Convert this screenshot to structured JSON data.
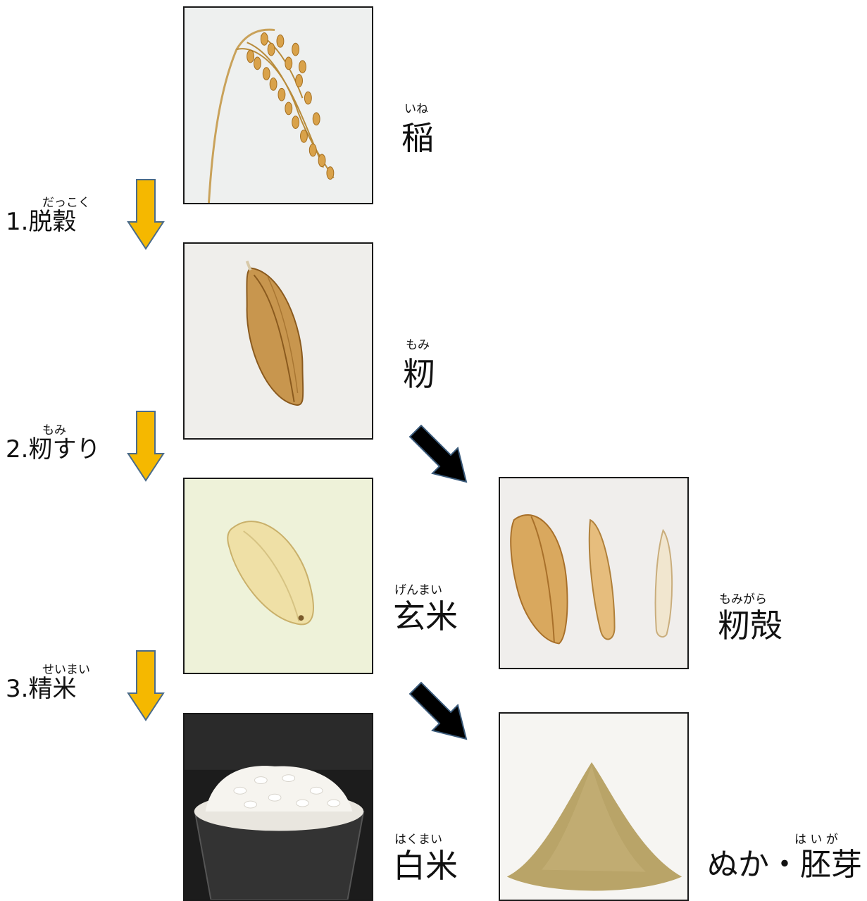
{
  "items": {
    "ine": {
      "text": "稲",
      "ruby": "いね"
    },
    "momi": {
      "text": "籾",
      "ruby": "もみ"
    },
    "genmai": {
      "text": "玄米",
      "ruby": "げんまい"
    },
    "momigara": {
      "text": "籾殻",
      "ruby": "もみがら"
    },
    "hakumai": {
      "text": "白米",
      "ruby": "はくまい"
    },
    "nuka": {
      "text": "ぬか・胚芽",
      "ruby": "は い が"
    }
  },
  "steps": [
    {
      "text": "1.脱穀",
      "ruby": "だっこく"
    },
    {
      "text": "2.籾すり",
      "ruby": "もみ"
    },
    {
      "text": "3.精米",
      "ruby": "せいまい"
    }
  ],
  "colors": {
    "step_arrow": "#f5b800",
    "branch_arrow": "#000000",
    "frame": "#1a1a1a"
  }
}
